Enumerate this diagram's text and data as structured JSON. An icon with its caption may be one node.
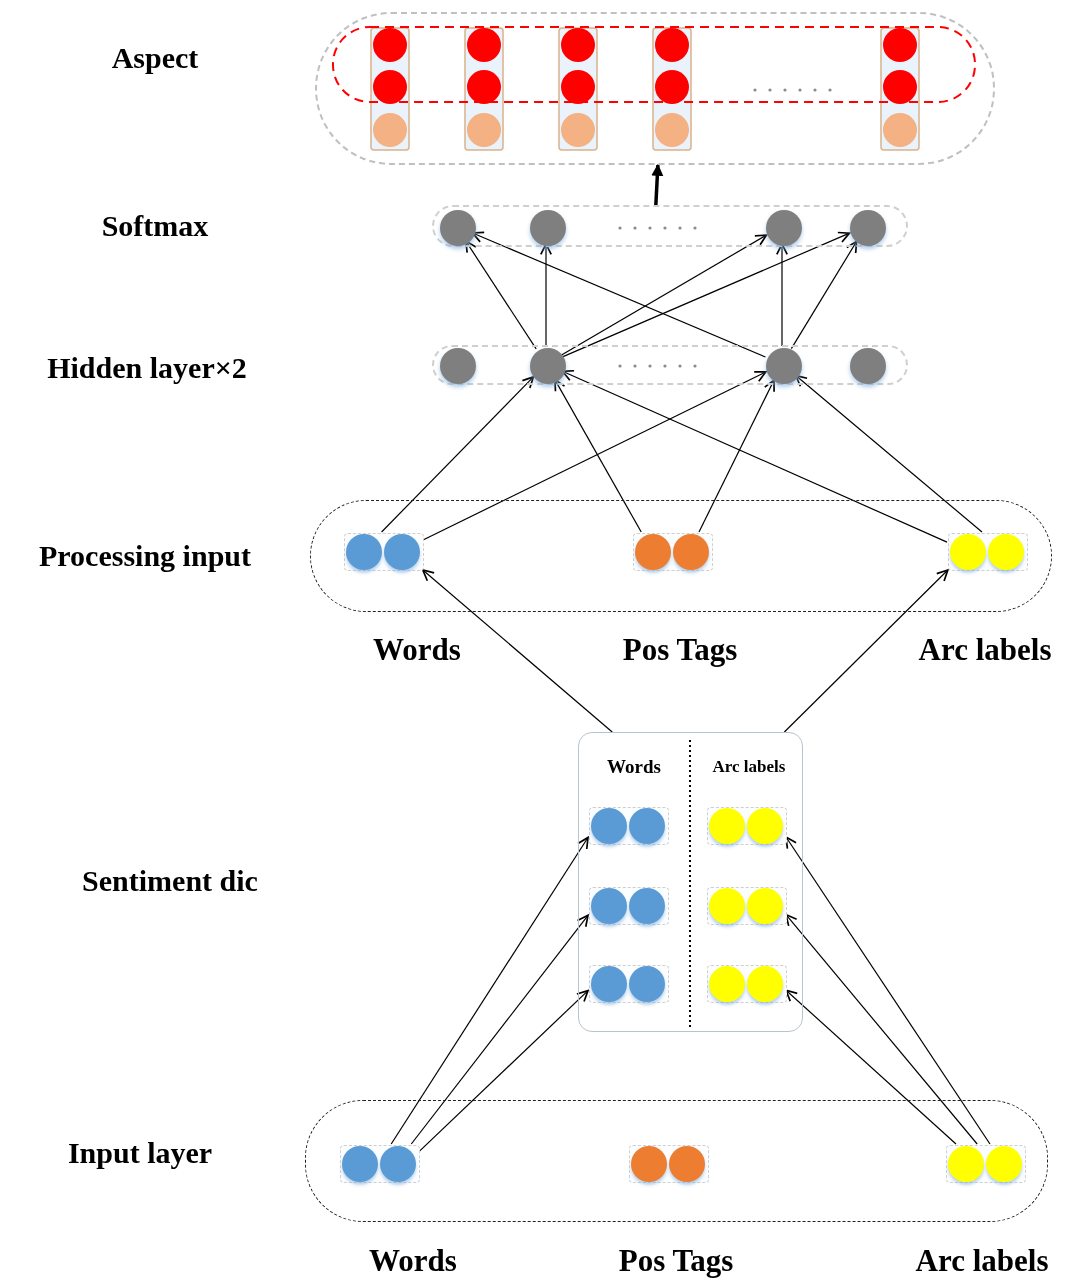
{
  "diagram": {
    "nodes": [
      {
        "text": [],
        "shape": "box"
      },
      {
        "text": [],
        "shape": "box"
      },
      {
        "text": [],
        "shape": "circle",
        "in": 1
      },
      {
        "text": [],
        "shape": "circle",
        "in": 1
      },
      {
        "text": [],
        "shape": "circle",
        "in": 1
      },
      {
        "text": [],
        "shape": "circle",
        "in": 1
      },
      {
        "text": [],
        "shape": "box"
      },
      {
        "text": [],
        "shape": "circle",
        "in": 6
      },
      {
        "text": [],
        "shape": "circle",
        "in": 6
      },
      {
        "text": [],
        "shape": "circle",
        "in": 6
      },
      {
        "text": [],
        "shape": "circle",
        "in": 6
      },
      {
        "text": [],
        "shape": "box"
      },
      {
        "text": [],
        "shape": "box",
        "in": 11,
        "beside": [
          "Words"
        ]
      },
      {
        "text": [],
        "shape": "box",
        "in": 11,
        "beside": [
          "Pos Tags"
        ]
      },
      {
        "text": [],
        "shape": "box",
        "in": 11,
        "beside": [
          "Arc labels"
        ]
      },
      {
        "text": [
          "Words",
          "Arc labels"
        ]
      },
      {
        "text": [],
        "shape": "box",
        "in": 15
      },
      {
        "text": [],
        "shape": "box",
        "in": 15
      },
      {
        "text": [],
        "shape": "box",
        "in": 15
      },
      {
        "text": [],
        "shape": "box",
        "in": 15
      },
      {
        "text": [],
        "shape": "box",
        "in": 15
      },
      {
        "text": [],
        "shape": "box",
        "in": 15
      },
      {
        "text": [],
        "shape": "box"
      },
      {
        "text": [],
        "shape": "box",
        "in": 22,
        "beside": [
          "Words"
        ]
      },
      {
        "text": [],
        "shape": "box",
        "in": 22,
        "beside": [
          "Pos Tags"
        ]
      },
      {
        "text": [],
        "shape": "box",
        "in": 22,
        "beside": [
          "Arc labels"
        ]
      }
    ],
    "edges": [
      {
        "from": 1,
        "to": 0,
        "arrow": "to",
        "style": "thick"
      },
      {
        "from": 8,
        "to": 2,
        "arrow": "to"
      },
      {
        "from": 8,
        "to": 3,
        "arrow": "to"
      },
      {
        "from": 8,
        "to": 4,
        "arrow": "to"
      },
      {
        "from": 8,
        "to": 5,
        "arrow": "to"
      },
      {
        "from": 9,
        "to": 2,
        "arrow": "to"
      },
      {
        "from": 9,
        "to": 4,
        "arrow": "to"
      },
      {
        "from": 9,
        "to": 5,
        "arrow": "to"
      },
      {
        "from": 12,
        "to": 8,
        "arrow": "to"
      },
      {
        "from": 12,
        "to": 9,
        "arrow": "to"
      },
      {
        "from": 13,
        "to": 8,
        "arrow": "to"
      },
      {
        "from": 13,
        "to": 9,
        "arrow": "to"
      },
      {
        "from": 14,
        "to": 8,
        "arrow": "to"
      },
      {
        "from": 14,
        "to": 9,
        "arrow": "to"
      },
      {
        "from": 15,
        "to": 12,
        "arrow": "to"
      },
      {
        "from": 15,
        "to": 14,
        "arrow": "to"
      },
      {
        "from": 23,
        "to": 16,
        "arrow": "to"
      },
      {
        "from": 23,
        "to": 18,
        "arrow": "to"
      },
      {
        "from": 23,
        "to": 20,
        "arrow": "to"
      },
      {
        "from": 25,
        "to": 17,
        "arrow": "to"
      },
      {
        "from": 25,
        "to": 19,
        "arrow": "to"
      },
      {
        "from": 25,
        "to": 21,
        "arrow": "to"
      }
    ],
    "labels": [
      "Aspect",
      "Softmax",
      "Hidden layer×2",
      "Processing input",
      "Sentiment dic",
      "Input layer"
    ]
  }
}
